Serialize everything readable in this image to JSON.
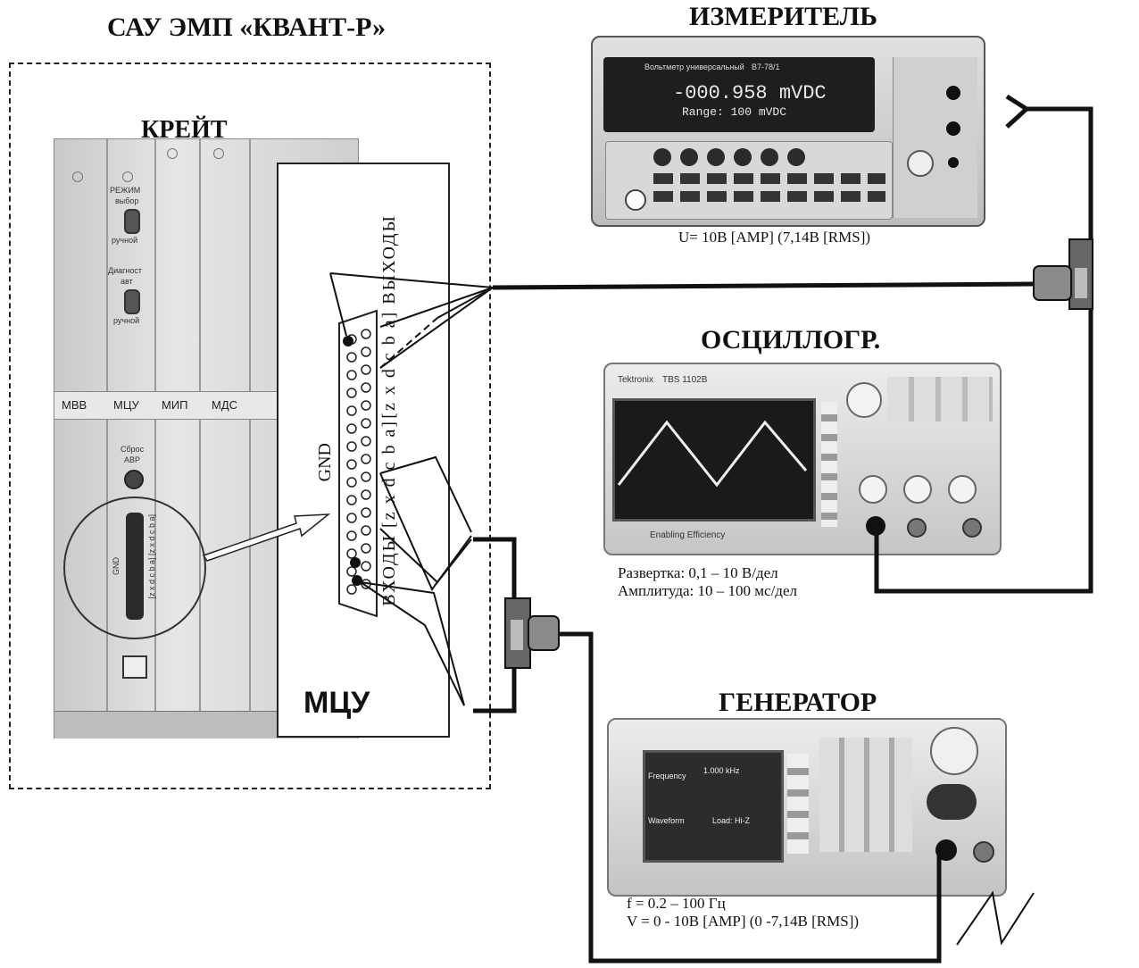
{
  "system_title": "САУ ЭМП «КВАНТ-Р»",
  "crate": {
    "title": "КРЕЙТ",
    "modules": [
      "МВВ",
      "МЦУ",
      "МИП",
      "МДС"
    ],
    "switch1_label_top": "РЕЖИМ",
    "switch1_label_mid": "выбор",
    "switch1_label_bottom": "ручной",
    "switch2_label_top": "Диагност",
    "switch2_label_mid": "авт",
    "switch2_label_bottom": "ручной",
    "reset_label": "Сброс",
    "reset_sublabel": "АВР",
    "connector_gnd": "GND",
    "connector_pins": "[z x d c b a] [z x d c b a]"
  },
  "mcu_box": {
    "label": "МЦУ",
    "gnd_label": "GND",
    "outputs_label": "[z x d c b a] ВЫХОДЫ",
    "inputs_label": "ВХОДЫ [z x d c b a]"
  },
  "meter": {
    "title": "ИЗМЕРИТЕЛЬ",
    "model_text": "Вольтметр универсальный",
    "model_code": "В7-78/1",
    "display_line1": "-000.958 mVDC",
    "display_line2": "Range: 100 mVDC",
    "caption": "U= 10В [AMP] (7,14В [RMS])"
  },
  "oscilloscope": {
    "title": "ОСЦИЛЛОГР.",
    "brand": "Tektronix",
    "model": "TBS 1102B",
    "footer_text": "Enabling Efficiency",
    "caption_line1": "Развертка:   0,1 – 10 В/дел",
    "caption_line2": "Амплитуда:   10 – 100 мс/дел"
  },
  "generator": {
    "title": "ГЕНЕРАТОР",
    "screen_freq": "Frequency",
    "screen_freq_value": "1.000 kHz",
    "screen_mode": "Waveform",
    "screen_load": "Load: Hi-Z",
    "caption_line1": "f = 0.2 – 100 Гц",
    "caption_line2": "V = 0 - 10В [AMP] (0 -7,14В [RMS])"
  },
  "colors": {
    "cable": "#111111",
    "crate_face": "#d4d4d4",
    "device_body": "#cfcfcf",
    "screen_dark": "#1c1c1c"
  }
}
